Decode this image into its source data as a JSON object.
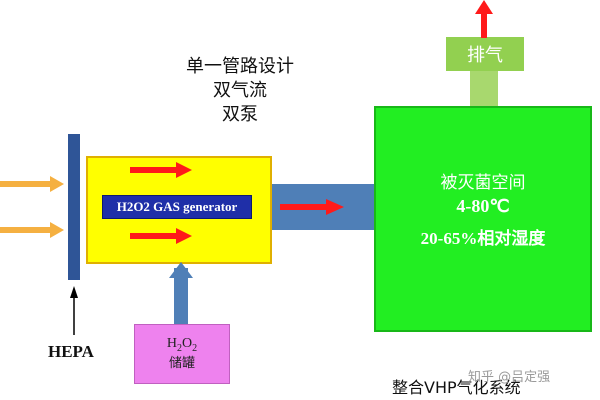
{
  "design": {
    "line1": "单一管路设计",
    "line2": "双气流",
    "line3": "双泵"
  },
  "hepa": {
    "label": "HEPA"
  },
  "generator": {
    "label": "H2O2 GAS generator"
  },
  "chamber": {
    "title": "被灭菌空间",
    "temperature": "4-80℃",
    "humidity": "20-65%相对湿度"
  },
  "exhaust": {
    "label": "排气"
  },
  "tank": {
    "formula": "H2O2",
    "label": "储罐"
  },
  "system_title": "整合VHP气化系统",
  "watermark": "知乎 @吕定强",
  "colors": {
    "generator_fill": "#ffff00",
    "generator_label_bg": "#1f2fa8",
    "duct": "#4f7fb7",
    "chamber": "#22ee22",
    "exhaust": "#92d050",
    "tank": "#ee82ee",
    "inlet_arrows": "#f5b041",
    "flow_arrows": "#ff1a1a"
  }
}
